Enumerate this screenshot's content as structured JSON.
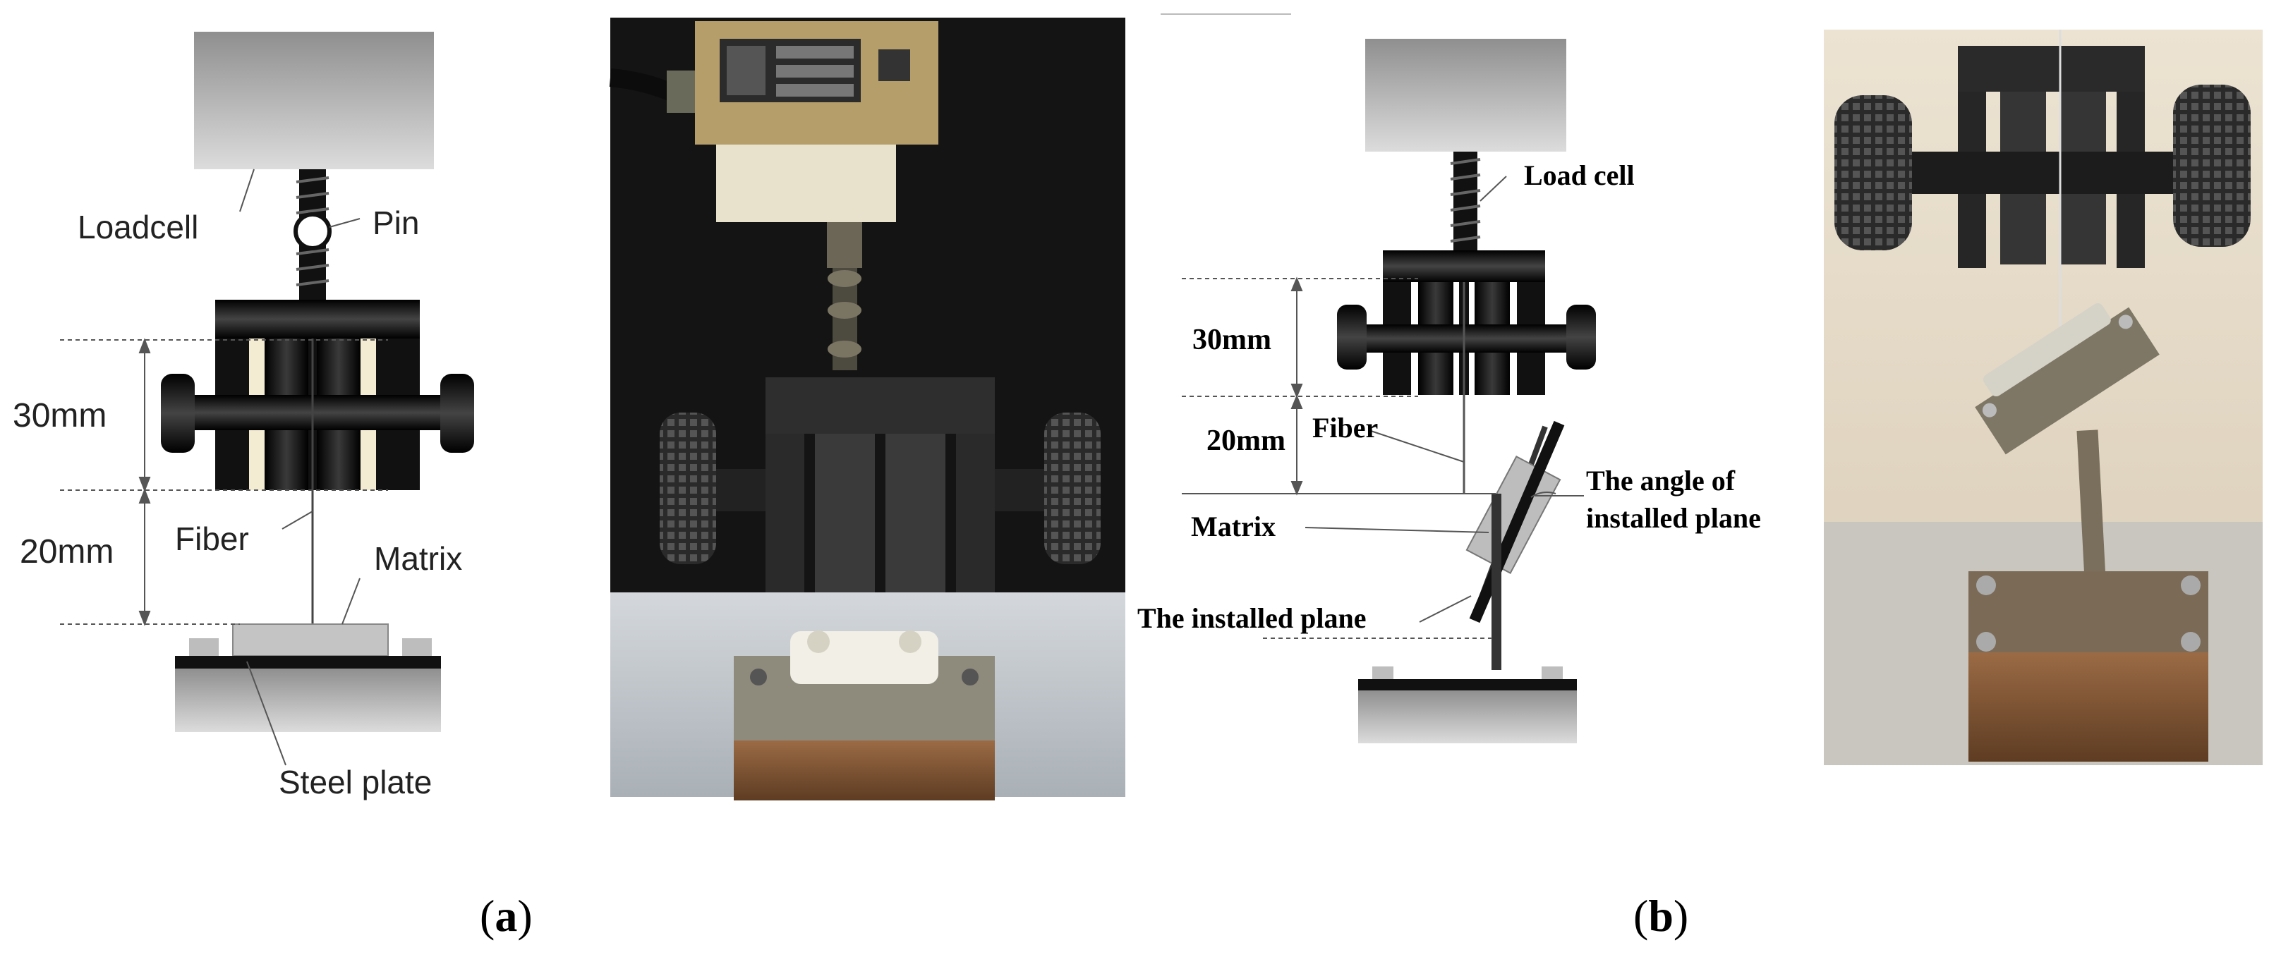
{
  "panel_a": {
    "labels": {
      "loadcell": "Loadcell",
      "pin": "Pin",
      "dim_30": "30mm",
      "dim_20": "20mm",
      "fiber": "Fiber",
      "matrix": "Matrix",
      "steel_plate": "Steel plate"
    },
    "caption_letter": "a"
  },
  "panel_b": {
    "labels": {
      "load_cell": "Load cell",
      "dim_30": "30mm",
      "dim_20": "20mm",
      "fiber": "Fiber",
      "angle_line1": "The angle of",
      "angle_line2": "installed plane",
      "matrix": "Matrix",
      "installed_plane": "The installed plane"
    },
    "caption_letter": "b"
  },
  "colors": {
    "black": "#111111",
    "grey_top": "#8f8f8f",
    "grey_bottom": "#d6d6d6",
    "cream": "#f4ecd2",
    "photo_dark": "#1a1a1a",
    "rust": "#8a5a35",
    "wall": "#e9dfcf"
  }
}
